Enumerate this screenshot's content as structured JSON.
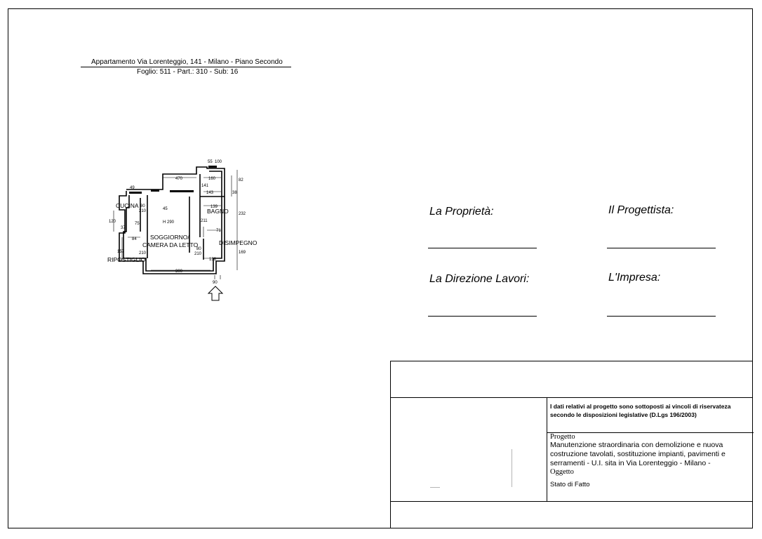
{
  "header": {
    "title": "Appartamento Via Lorenteggio, 141 - Milano - Piano Secondo",
    "subtitle": "Foglio: 511 - Part.: 310 - Sub: 16"
  },
  "plan": {
    "rooms": {
      "cucina": "CUCINA",
      "bagno": "BAGNO",
      "soggiorno_1": "SOGGIORNO/",
      "soggiorno_2": "CAMERA DA LETTO",
      "disimpegno": "DISIMPEGNO",
      "ripostiglio": "RIPOSTIGLIO",
      "height": "H 290"
    },
    "dims": {
      "d470": "470",
      "d160": "160",
      "d143": "143",
      "d139": "139",
      "d71": "71",
      "d138": "138",
      "d300": "300",
      "d45": "45",
      "d232": "232",
      "d169": "169",
      "d82": "82",
      "d38": "38",
      "d120": "120",
      "d37": "37",
      "d84": "84",
      "d157": "157",
      "d210a": "210",
      "d210b": "210",
      "d210c": "210",
      "d80a": "80",
      "d80b": "80",
      "d90": "90",
      "d55": "55",
      "d100": "100",
      "d141": "141",
      "d49": "49",
      "d75": "75",
      "d211": "211"
    }
  },
  "signatures": {
    "proprieta": "La Proprietà:",
    "progettista": "Il Progettista:",
    "direzione": "La Direzione Lavori:",
    "impresa": "L'Impresa:"
  },
  "title_block": {
    "privacy": "I dati relativi al progetto sono sottoposti ai vincoli di riservateza secondo le disposizioni legislative (D.Lgs 196/2003)",
    "progetto_label": "Progetto",
    "progetto_text": "Manutenzione straordinaria con demolizione e nuova costruzione tavolati, sostituzione impianti, pavimenti e serramenti - U.I. sita in Via Lorenteggio - Milano -",
    "oggetto_label": "Oggetto",
    "oggetto_text": "Stato di Fatto"
  }
}
